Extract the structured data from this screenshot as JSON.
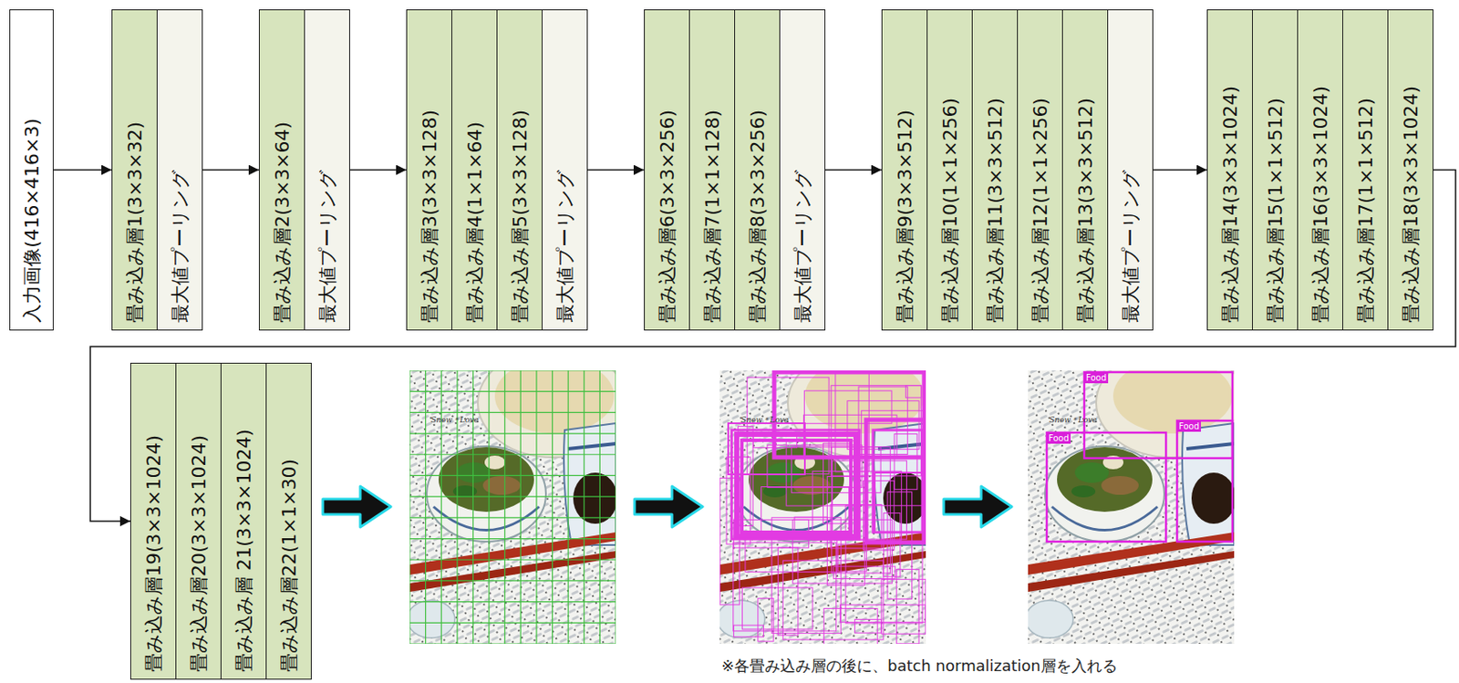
{
  "diagram": {
    "nodes": [
      {
        "text": [
          "入力画像(416×416×3)"
        ]
      },
      {
        "text": [
          "畳み込み層1(3×3×32)"
        ]
      },
      {
        "text": [
          "最大値プーリング"
        ]
      },
      {
        "text": [
          "畳み込み層2(3×3×64)"
        ]
      },
      {
        "text": [
          "最大値プーリング"
        ]
      },
      {
        "text": [
          "畳み込み層3(3×3×128)"
        ]
      },
      {
        "text": [
          "畳み込み層4(1×1×64)"
        ]
      },
      {
        "text": [
          "畳み込み層5(3×3×128)"
        ]
      },
      {
        "text": [
          "最大値プーリング"
        ]
      },
      {
        "text": [
          "畳み込み層6(3×3×256)"
        ]
      },
      {
        "text": [
          "畳み込み層7(1×1×128)"
        ]
      },
      {
        "text": [
          "畳み込み層8(3×3×256)"
        ]
      },
      {
        "text": [
          "最大値プーリング"
        ]
      },
      {
        "text": [
          "畳み込み層9(3×3×512)"
        ]
      },
      {
        "text": [
          "畳み込み層10(1×1×256)"
        ]
      },
      {
        "text": [
          "畳み込み層11(3×3×512)"
        ]
      },
      {
        "text": [
          "畳み込み層12(1×1×256)"
        ]
      },
      {
        "text": [
          "畳み込み層13(3×3×512)"
        ]
      },
      {
        "text": [
          "最大値プーリング"
        ]
      },
      {
        "text": [
          "畳み込み層14(3×3×1024)"
        ]
      },
      {
        "text": [
          "畳み込み層15(1×1×512)"
        ]
      },
      {
        "text": [
          "畳み込み層16(3×3×1024)"
        ]
      },
      {
        "text": [
          "畳み込み層17(1×1×512)"
        ]
      },
      {
        "text": [
          "畳み込み層18(3×3×1024)"
        ]
      },
      {
        "text": [
          "畳み込み層19(3×3×1024)"
        ]
      },
      {
        "text": [
          "畳み込み層20(3×3×1024)"
        ]
      },
      {
        "text": [
          "畳み込み層 21(3×3×1024)"
        ]
      },
      {
        "text": [
          "畳み込み層22(1×1×30)"
        ]
      }
    ],
    "edges": [
      {
        "from": 0,
        "to": 1,
        "arrow": "to"
      },
      {
        "from": 2,
        "to": 3,
        "arrow": "to"
      },
      {
        "from": 4,
        "to": 5,
        "arrow": "to"
      },
      {
        "from": 8,
        "to": 9,
        "arrow": "to"
      },
      {
        "from": 12,
        "to": 13,
        "arrow": "to"
      },
      {
        "from": 18,
        "to": 19,
        "arrow": "to"
      },
      {
        "from": 23,
        "to": 24,
        "arrow": "to"
      }
    ],
    "labels": [
      "Snow＊Love",
      "Snow＊Love",
      "Snow＊Love",
      "Food",
      "Food",
      "Food",
      "※各畳み込み層の後に、batch normalization層を入れる"
    ]
  }
}
